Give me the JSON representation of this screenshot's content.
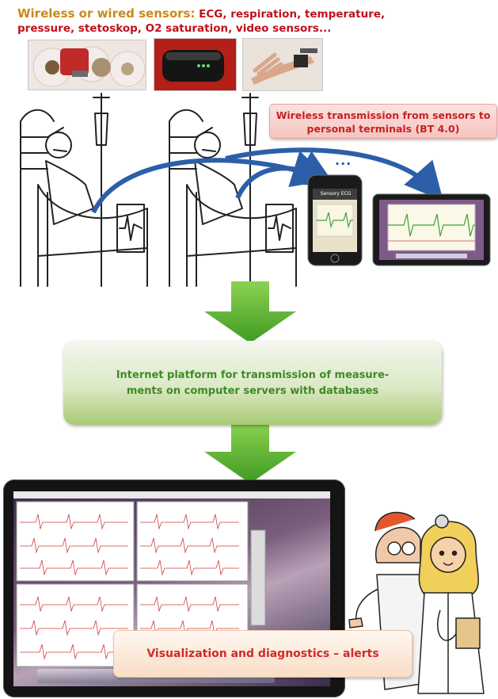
{
  "header": {
    "line1_lead": "Wireless or wired sensors:",
    "line1_rest": "ECG,  respiration, temperature,",
    "line2": "pressure, stetoskop,  O2 saturation,  video sensors..."
  },
  "transmission_box": {
    "line1": "Wireless transmission from sensors to",
    "line2": "personal terminals (BT 4.0)"
  },
  "devices": {
    "dots": "...",
    "phone_title": "Sensory ECG"
  },
  "platform_box": {
    "line1": "Internet platform for transmission of measure-",
    "line2": "ments  on computer servers with databases"
  },
  "visualization_box": {
    "label": "Visualization and diagnostics – alerts"
  },
  "colors": {
    "header_lead": "#c98a18",
    "header_text": "#c0111c",
    "transmission_text": "#c62026",
    "platform_text": "#3f8a26",
    "arrow_green": "#5fae2e",
    "flow_arrow_blue": "#2d5fa8",
    "visualization_text": "#d12a2a"
  }
}
